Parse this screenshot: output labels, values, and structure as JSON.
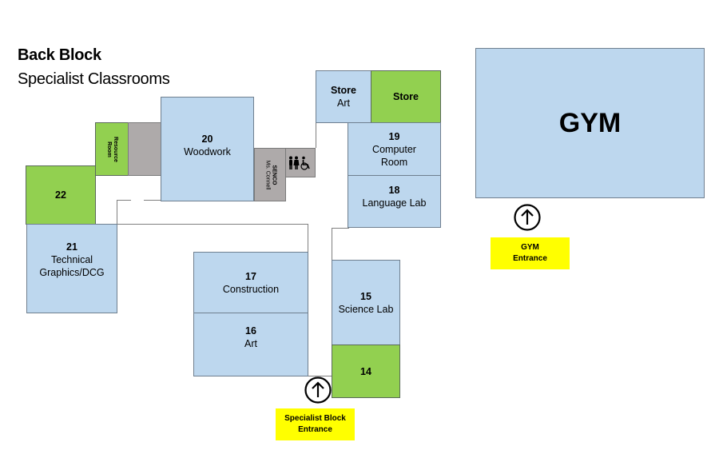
{
  "header": {
    "title": "Back Block",
    "subtitle": "Specialist Classrooms"
  },
  "colors": {
    "classroom": "#bdd7ee",
    "special_room": "#92d050",
    "service": "#aeaaaa",
    "entrance_label": "#ffff00"
  },
  "rooms": {
    "resource": {
      "name": "Resource Room",
      "line1": "Resource",
      "line2": "Room"
    },
    "r22": {
      "number": "22"
    },
    "r20": {
      "number": "20",
      "name": "Woodwork"
    },
    "senco": {
      "name": "SENCO",
      "staff": "Ms. Connell"
    },
    "toilets": {
      "icon": "accessible-toilets-icon",
      "glyph": "🚻♿"
    },
    "store_art": {
      "line1": "Store",
      "line2": "Art"
    },
    "store": {
      "name": "Store"
    },
    "r19": {
      "number": "19",
      "line1": "Computer",
      "line2": "Room"
    },
    "r18": {
      "number": "18",
      "name": "Language Lab"
    },
    "r21": {
      "number": "21",
      "line1": "Technical",
      "line2": "Graphics/DCG"
    },
    "r17": {
      "number": "17",
      "name": "Construction"
    },
    "r16": {
      "number": "16",
      "name": "Art"
    },
    "r15": {
      "number": "15",
      "name": "Science Lab"
    },
    "r14": {
      "number": "14"
    },
    "gym": {
      "name": "GYM"
    }
  },
  "entrances": {
    "specialist": {
      "line1": "Specialist Block",
      "line2": "Entrance",
      "icon": "up-arrow-icon"
    },
    "gym": {
      "line1": "GYM",
      "line2": "Entrance",
      "icon": "up-arrow-icon"
    }
  }
}
